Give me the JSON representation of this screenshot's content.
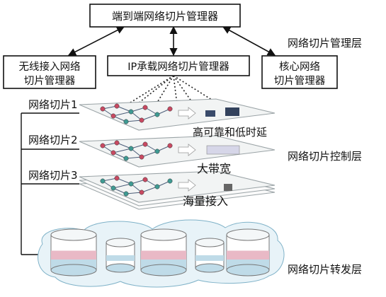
{
  "management": {
    "e2e": "端到端网络切片管理器",
    "wireless": [
      "无线接入网络",
      "切片管理器"
    ],
    "ip": "IP承载网络切片管理器",
    "core": [
      "核心网络",
      "切片管理器"
    ]
  },
  "slices": {
    "s1": {
      "name": "网络切片1",
      "feature": "高可靠和低时延"
    },
    "s2": {
      "name": "网络切片2",
      "feature": "大带宽"
    },
    "s3": {
      "name": "网络切片3",
      "feature": "海量接入"
    }
  },
  "layers": {
    "management": "网络切片管理层",
    "control": "网络切片控制层",
    "forwarding": "网络切片转发层"
  },
  "colors": {
    "plane": "#f2f4f4",
    "plane_edge": "#9aa3a6",
    "node_red": "#c84a62",
    "node_teal": "#3f9a93",
    "node_blue": "#5a79b5",
    "cloud": "#e8f3f8",
    "cyl_pink": "#e9b9c6",
    "cyl_blue": "#bfdbe8"
  }
}
